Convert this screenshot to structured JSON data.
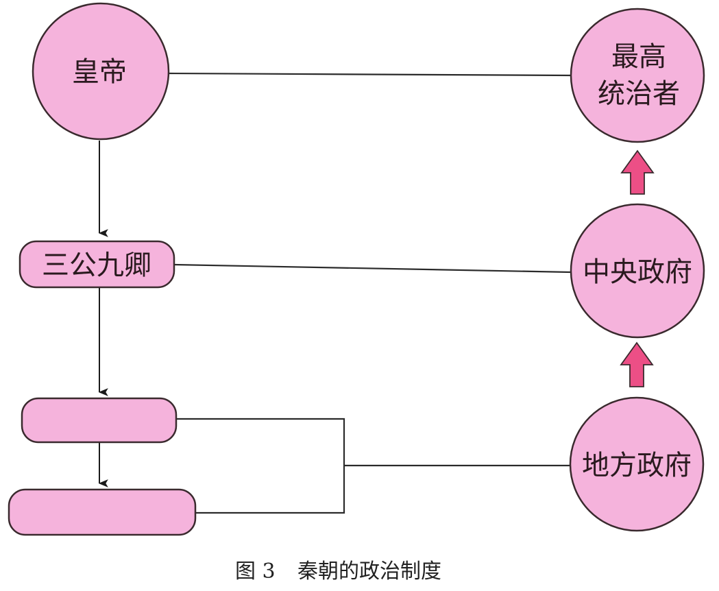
{
  "diagram": {
    "title": "秦朝的政治制度",
    "caption_label": "图 3",
    "caption_title": "秦朝的政治制度",
    "colors": {
      "node_fill": "#f5b3dc",
      "node_stroke": "#3a2a2e",
      "arrow_fill": "#ec4f86",
      "line": "#2a2a2a"
    },
    "left_nodes": [
      {
        "id": "emperor",
        "label": "皇帝"
      },
      {
        "id": "three-ducal-nine-ministers",
        "label": "三公九卿"
      },
      {
        "id": "blank-box-1",
        "label": ""
      },
      {
        "id": "blank-box-2",
        "label": ""
      }
    ],
    "right_nodes": [
      {
        "id": "supreme-ruler",
        "line1": "最高",
        "line2": "统治者"
      },
      {
        "id": "central-government",
        "label": "中央政府"
      },
      {
        "id": "local-government",
        "label": "地方政府"
      }
    ],
    "connections": [
      {
        "from": "emperor",
        "to": "three-ducal-nine-ministers",
        "type": "arrow-down"
      },
      {
        "from": "three-ducal-nine-ministers",
        "to": "blank-box-1",
        "type": "arrow-down"
      },
      {
        "from": "blank-box-1",
        "to": "blank-box-2",
        "type": "arrow-down"
      },
      {
        "from": "emperor",
        "to": "supreme-ruler",
        "type": "line"
      },
      {
        "from": "three-ducal-nine-ministers",
        "to": "central-government",
        "type": "line"
      },
      {
        "from": [
          "blank-box-1",
          "blank-box-2"
        ],
        "to": "local-government",
        "type": "bracket-line"
      },
      {
        "from": "local-government",
        "to": "central-government",
        "type": "block-arrow-up"
      },
      {
        "from": "central-government",
        "to": "supreme-ruler",
        "type": "block-arrow-up"
      }
    ]
  }
}
